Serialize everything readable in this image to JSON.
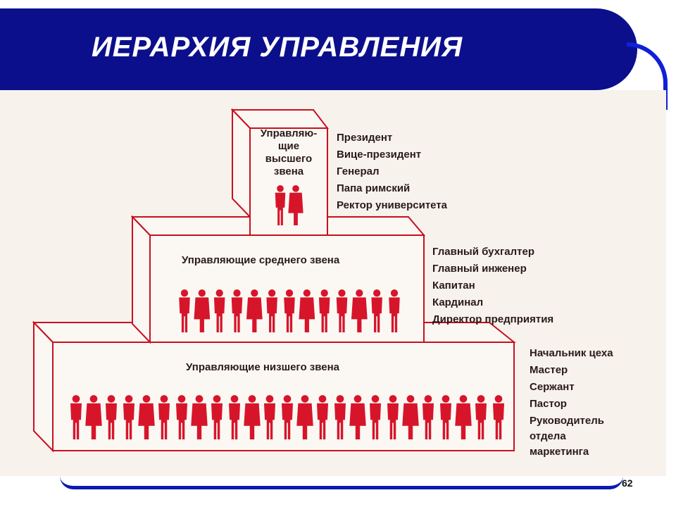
{
  "title": "ИЕРАРХИЯ УПРАВЛЕНИЯ",
  "tiers": {
    "top": {
      "label_lines": [
        "Управляю-",
        "щие",
        "высшего",
        "звена"
      ],
      "people": 2,
      "roles": [
        "Президент",
        "Вице-президент",
        "Генерал",
        "Папа римский",
        "Ректор университета"
      ]
    },
    "middle": {
      "label": "Управляющие среднего звена",
      "people": 13,
      "roles": [
        "Главный бухгалтер",
        "Главный инженер",
        "Капитан",
        "Кардинал",
        "Директор предприятия"
      ]
    },
    "bottom": {
      "label": "Управляющие низшего звена",
      "people": 25,
      "roles": [
        "Начальник цеха",
        "Мастер",
        "Сержант",
        "Пастор",
        "Руководитель",
        "отдела",
        "маркетинга"
      ]
    }
  },
  "page_number": "62",
  "colors": {
    "title_bg": "#0b0f8c",
    "accent_line": "#1020d8",
    "figures": "#d7152a",
    "box_stroke": "#c8101f"
  }
}
